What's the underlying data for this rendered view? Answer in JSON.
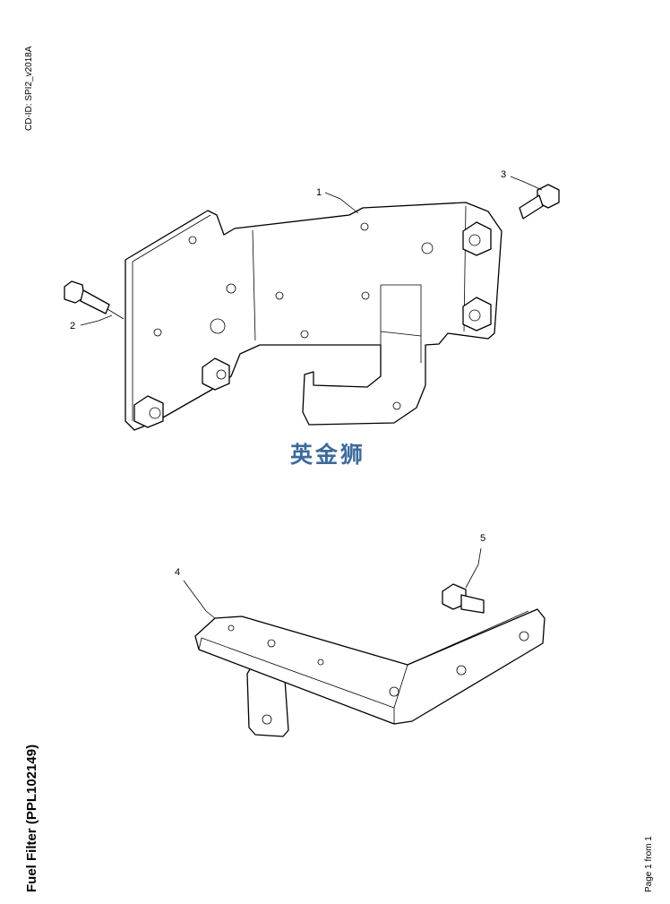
{
  "document_id": "CD-ID: SPI2_v2018A",
  "title": "Fuel Filter (PPL102149)",
  "page_info": "Page 1 from 1",
  "watermark": "英金狮",
  "watermark_color": "#3d6a9c",
  "callouts": [
    "1",
    "2",
    "3",
    "4",
    "5"
  ]
}
